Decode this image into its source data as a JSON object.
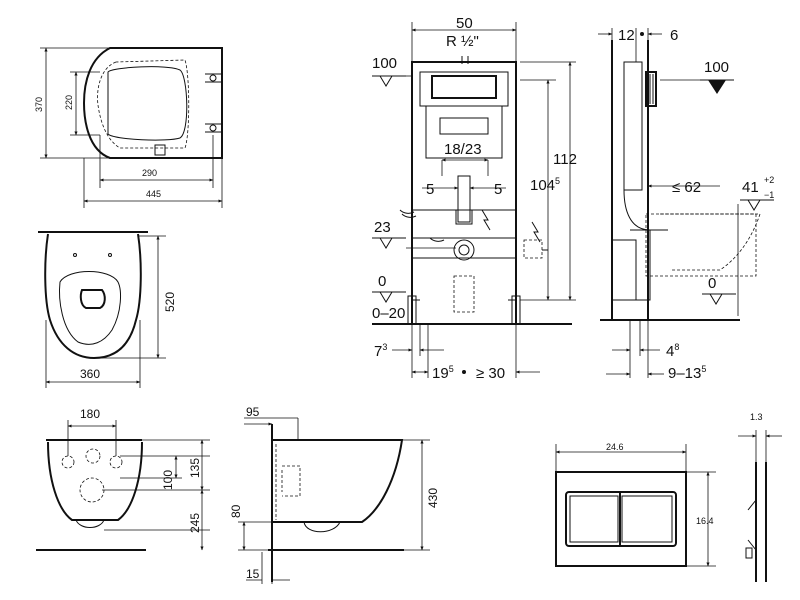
{
  "seat_top": {
    "d370": "370",
    "d220": "220",
    "d290": "290",
    "d445": "445"
  },
  "bowl_plan": {
    "d520": "520",
    "d360": "360"
  },
  "bowl_front": {
    "d180": "180",
    "d135": "135",
    "d100": "100",
    "d245": "245"
  },
  "bowl_side": {
    "d95": "95",
    "d430": "430",
    "d80": "80",
    "d15": "15"
  },
  "frame_front": {
    "d50": "50",
    "thread": "R ½\"",
    "level_100": "100",
    "d18_23": "18/23",
    "d5_left": "5",
    "d5_right": "5",
    "level_23": "23",
    "level_0": "0",
    "d0_20": "0–20",
    "d112": "112",
    "d104": "104",
    "d104_sup": "5",
    "d7": "7",
    "d7_sup": "3",
    "d19": "19",
    "d19_sup": "5",
    "d30": "≥ 30"
  },
  "frame_side": {
    "d12": "12",
    "d6": "6",
    "level_100": "100",
    "d62": "≤ 62",
    "d41": "41",
    "d41_tol_plus": "+2",
    "d41_tol_minus": "−1",
    "level_0": "0",
    "d4": "4",
    "d4_sup": "8",
    "d9_13": "9–13",
    "d9_13_sup": "5"
  },
  "flush_plate": {
    "d24_6": "24.6",
    "d16_4": "16.4",
    "d1_3": "1.3"
  }
}
